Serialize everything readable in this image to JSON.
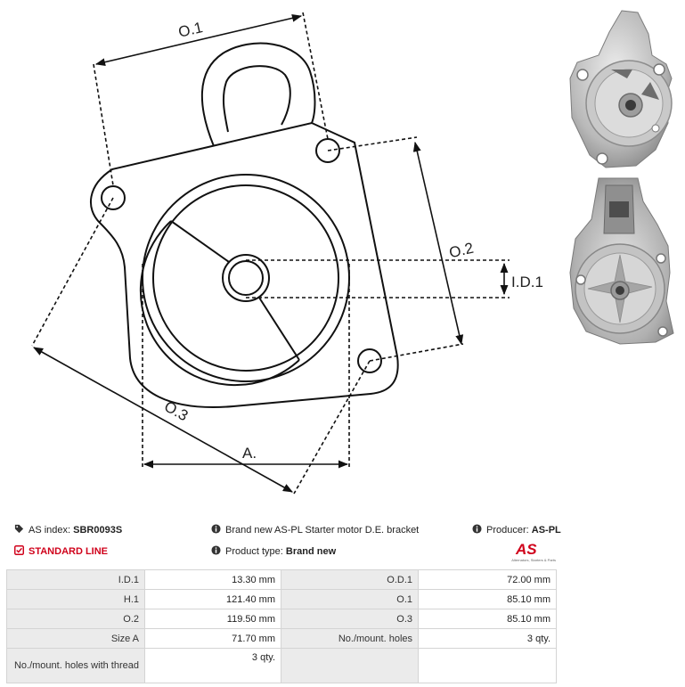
{
  "drawing": {
    "labels": {
      "o1": "O.1",
      "o2": "O.2",
      "o3": "O.3",
      "a": "A.",
      "id1": "I.D.1"
    }
  },
  "info": {
    "index_label": "AS index:",
    "index_value": "SBR0093S",
    "description": "Brand new AS-PL Starter motor D.E. bracket",
    "producer_label": "Producer:",
    "producer_value": "AS-PL",
    "line_label": "STANDARD LINE",
    "product_type_label": "Product type:",
    "product_type_value": "Brand new"
  },
  "logo": {
    "text": "AS",
    "tagline": "Alternators, Starters & Parts",
    "color": "#d0021b"
  },
  "specs": {
    "rows": [
      [
        "I.D.1",
        "13.30 mm",
        "O.D.1",
        "72.00 mm"
      ],
      [
        "H.1",
        "121.40   mm",
        "O.1",
        "85.10 mm"
      ],
      [
        "O.2",
        "119.50 mm",
        "O.3",
        "85.10 mm"
      ],
      [
        "Size A",
        "71.70 mm",
        "No./mount. holes",
        "3 qty."
      ],
      [
        "No./mount. holes with thread",
        "3 qty.",
        "",
        ""
      ]
    ]
  },
  "icons": {
    "index": "tags-icon",
    "description": "info-circle-icon",
    "producer": "info-circle-icon",
    "line": "check-square-icon",
    "product_type": "info-circle-icon"
  }
}
